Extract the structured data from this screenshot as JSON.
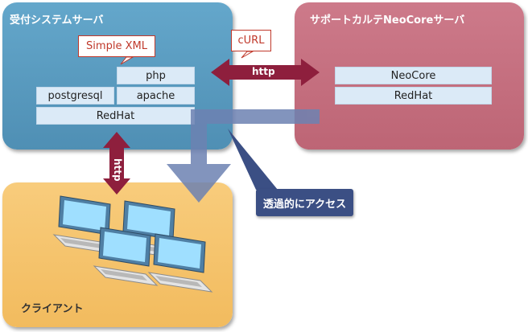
{
  "reception_server": {
    "title": "受付システムサーバ",
    "components": {
      "php": "php",
      "postgresql": "postgresql",
      "apache": "apache",
      "redhat": "RedHat"
    },
    "callout": "Simple XML"
  },
  "support_server": {
    "title": "サポートカルテNeoCoreサーバ",
    "components": {
      "neocore": "NeoCore",
      "redhat": "RedHat"
    },
    "callout": "cURL"
  },
  "client": {
    "title": "クライアント"
  },
  "arrows": {
    "http_horizontal": "http",
    "http_vertical": "http"
  },
  "annotation": "透過的にアクセス",
  "colors": {
    "reception_panel": "#5b9cc0",
    "support_panel": "#c56f7f",
    "client_panel": "#f6c46d",
    "http_arrow": "#8e1f3d",
    "access_arrow": "#6d82b2",
    "annotation_box": "#3b4f84",
    "callout_border": "#c0392b"
  },
  "icons": [
    "desktop-computer-icon",
    "desktop-computer-icon",
    "desktop-computer-icon",
    "desktop-computer-icon"
  ]
}
